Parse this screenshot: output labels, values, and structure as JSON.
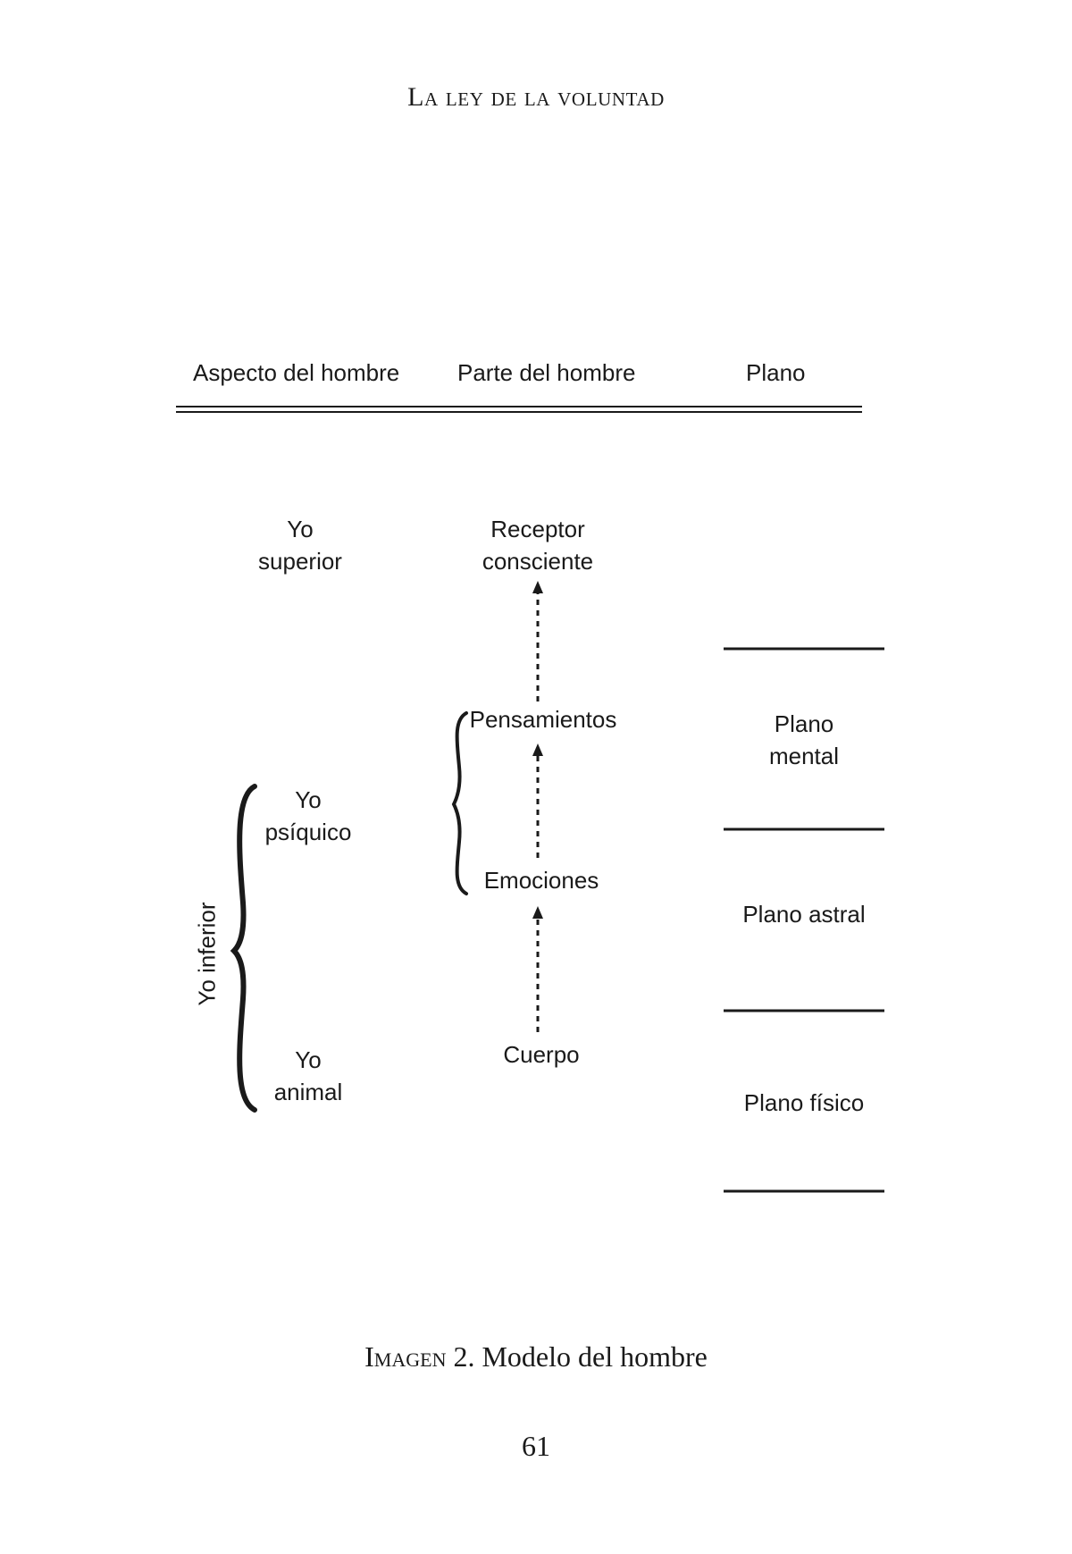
{
  "running_head": "La ley de la voluntad",
  "headers": {
    "aspect": "Aspecto del hombre",
    "part": "Parte del hombre",
    "plane": "Plano"
  },
  "aspects": {
    "higher_self": [
      "Yo",
      "superior"
    ],
    "psychic_self": [
      "Yo",
      "psíquico"
    ],
    "animal_self": [
      "Yo",
      "animal"
    ],
    "lower_self": "Yo inferior"
  },
  "parts": {
    "receiver": [
      "Receptor",
      "consciente"
    ],
    "thoughts": "Pensamientos",
    "emotions": "Emociones",
    "body": "Cuerpo"
  },
  "planes": {
    "mental": [
      "Plano",
      "mental"
    ],
    "astral": "Plano astral",
    "physical": "Plano físico"
  },
  "caption": {
    "label": "Imagen 2.",
    "text": "Modelo del hombre"
  },
  "page_number": "61"
}
